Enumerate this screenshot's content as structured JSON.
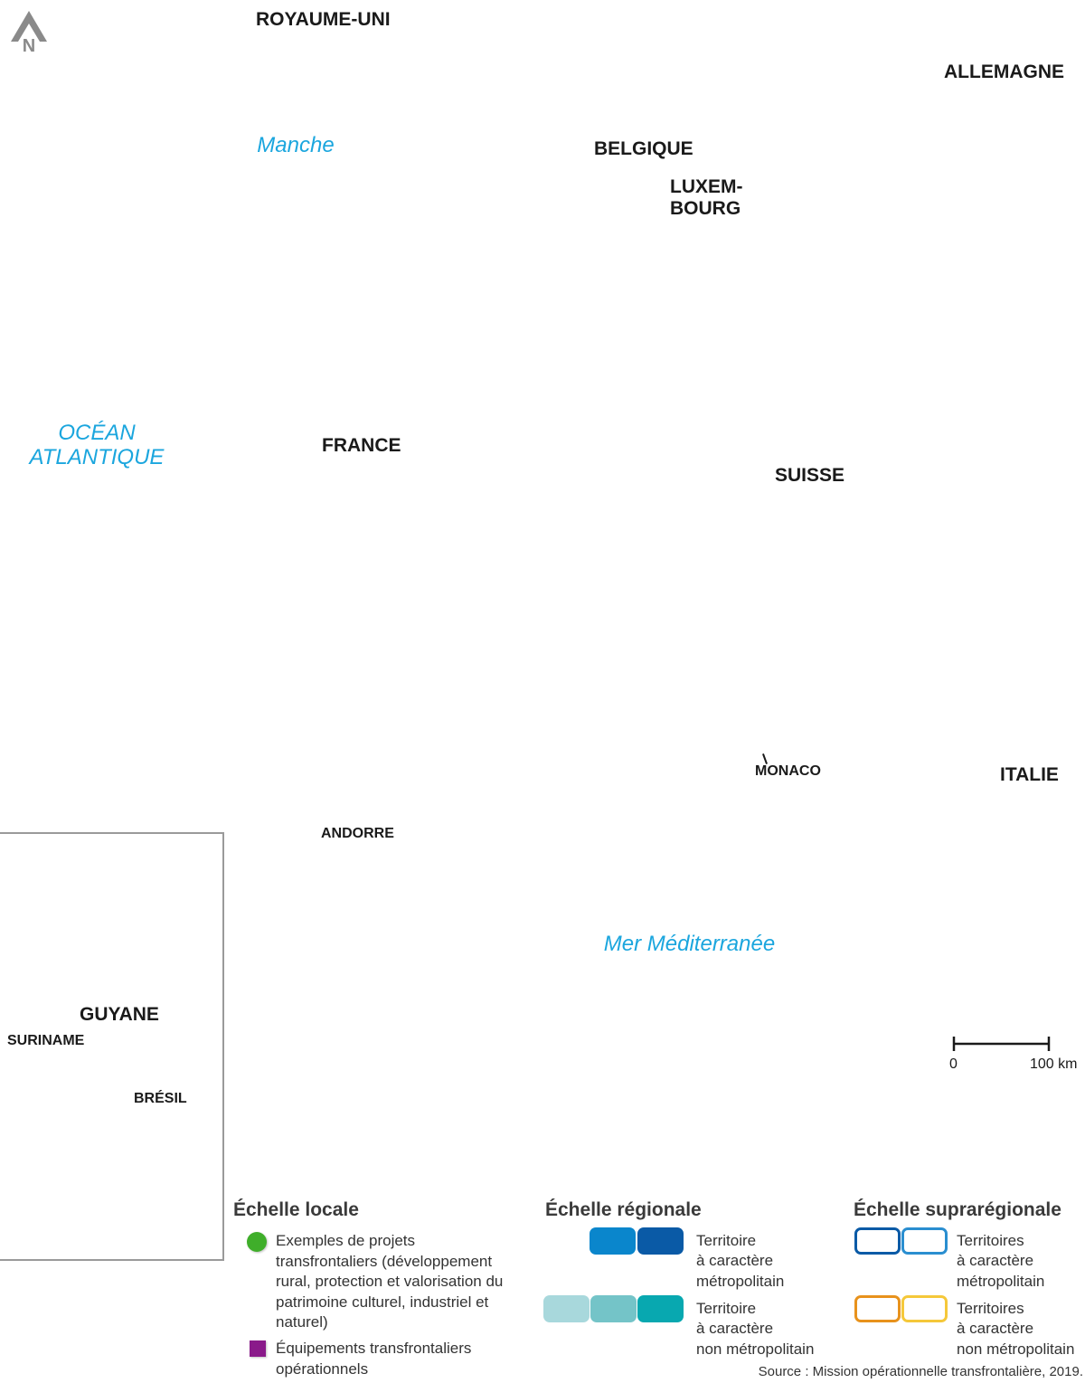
{
  "map": {
    "north_label": "N",
    "countries": {
      "royaume_uni": "ROYAUME-UNI",
      "allemagne": "ALLEMAGNE",
      "belgique": "BELGIQUE",
      "luxembourg_line1": "LUXEM-",
      "luxembourg_line2": "BOURG",
      "france": "FRANCE",
      "suisse": "SUISSE",
      "monaco": "MONACO",
      "italie": "ITALIE",
      "andorre": "ANDORRE",
      "guyane": "GUYANE",
      "suriname": "SURINAME",
      "bresil": "BRÉSIL"
    },
    "seas": {
      "manche": "Manche",
      "ocean_line1": "OCÉAN",
      "ocean_line2": "ATLANTIQUE",
      "mediterranee": "Mer Méditerranée"
    },
    "scale_bar": {
      "start": "0",
      "end": "100 km"
    },
    "sea_color": "#1ba6de"
  },
  "legend": {
    "local": {
      "title": "Échelle locale",
      "projects": "Exemples de projets transfrontaliers (développement rural, protection et valorisation du patrimoine culturel, industriel et naturel)",
      "equipment": "Équipements transfrontaliers opérationnels",
      "project_color": "#3fae2a",
      "equipment_color": "#8a1a8a"
    },
    "regional": {
      "title": "Échelle régionale",
      "metro_line1": "Territoire",
      "metro_line2": "à caractère",
      "metro_line3": "métropolitain",
      "nonmetro_line1": "Territoire",
      "nonmetro_line2": "à caractère",
      "nonmetro_line3": "non métropolitain",
      "metro_colors": [
        "#0a86cc",
        "#0a5aa6"
      ],
      "nonmetro_colors": [
        "#a8d8dc",
        "#74c4c8",
        "#08a8b0"
      ]
    },
    "supraregional": {
      "title": "Échelle suprarégionale",
      "metro_line1": "Territoires",
      "metro_line2": "à caractère",
      "metro_line3": "métropolitain",
      "nonmetro_line1": "Territoires",
      "nonmetro_line2": "à caractère",
      "nonmetro_line3": "non métropolitain",
      "metro_colors": [
        "#0a5aa6",
        "#2a8ed0"
      ],
      "nonmetro_colors": [
        "#e8921c",
        "#f5c83a"
      ]
    }
  },
  "source": "Source : Mission opérationnelle transfrontalière, 2019."
}
